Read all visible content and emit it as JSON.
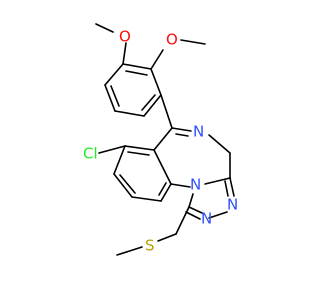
{
  "molecule": {
    "atoms": {
      "o_top": {
        "label": "O",
        "color": "#ff0d0d"
      },
      "o_right": {
        "label": "O",
        "color": "#ff0d0d"
      },
      "n_imine": {
        "label": "N",
        "color": "#3050f8"
      },
      "cl": {
        "label": "Cl",
        "color": "#1ff01f"
      },
      "n_ring": {
        "label": "N",
        "color": "#3050f8"
      },
      "n_triazole_a": {
        "label": "N",
        "color": "#3050f8"
      },
      "n_triazole_b": {
        "label": "N",
        "color": "#3050f8"
      },
      "s": {
        "label": "S",
        "color": "#b8a000"
      }
    }
  }
}
